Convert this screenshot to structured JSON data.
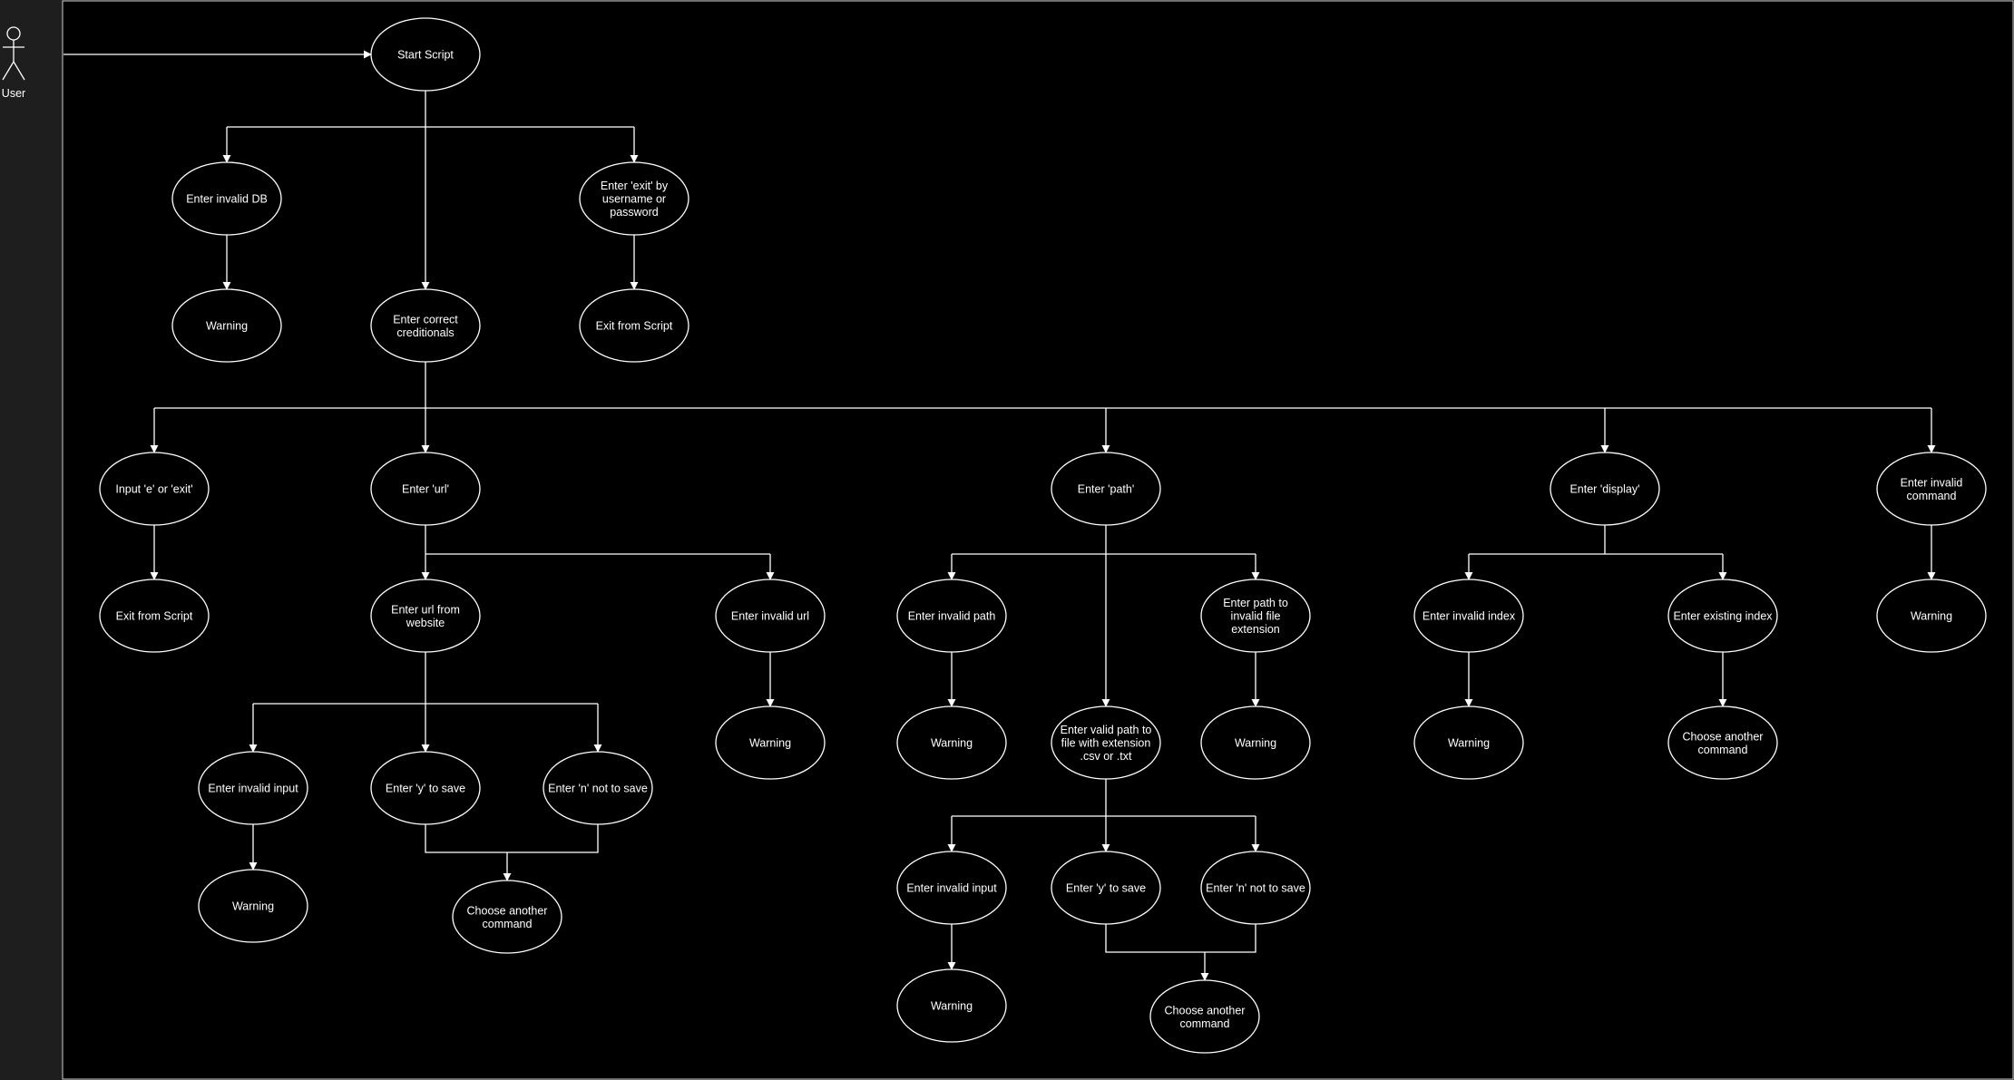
{
  "actor": {
    "label": "User"
  },
  "nodes": [
    {
      "id": "start",
      "label": "Start Script"
    },
    {
      "id": "invalid_db",
      "label": "Enter invalid DB"
    },
    {
      "id": "exit_user",
      "label": "Enter 'exit' by username or password"
    },
    {
      "id": "warn_db",
      "label": "Warning"
    },
    {
      "id": "correct",
      "label": "Enter correct creditionals"
    },
    {
      "id": "exit_script1",
      "label": "Exit from Script"
    },
    {
      "id": "input_e",
      "label": "Input 'e' or 'exit'"
    },
    {
      "id": "url",
      "label": "Enter 'url'"
    },
    {
      "id": "path",
      "label": "Enter 'path'"
    },
    {
      "id": "display",
      "label": "Enter 'display'"
    },
    {
      "id": "invalid_cmd",
      "label": "Enter invalid command"
    },
    {
      "id": "exit_script2",
      "label": "Exit from Script"
    },
    {
      "id": "url_web",
      "label": "Enter url from website"
    },
    {
      "id": "invalid_url",
      "label": "Enter invalid url"
    },
    {
      "id": "invalid_path",
      "label": "Enter invalid path"
    },
    {
      "id": "path_invalid_ext",
      "label": "Enter path to invalid file extension"
    },
    {
      "id": "invalid_index",
      "label": "Enter invalid index"
    },
    {
      "id": "existing_index",
      "label": "Enter existing index"
    },
    {
      "id": "warn_cmd",
      "label": "Warning"
    },
    {
      "id": "warn_url",
      "label": "Warning"
    },
    {
      "id": "warn_path",
      "label": "Warning"
    },
    {
      "id": "valid_path",
      "label": "Enter valid path to file with extension .csv or .txt"
    },
    {
      "id": "warn_ext",
      "label": "Warning"
    },
    {
      "id": "warn_index",
      "label": "Warning"
    },
    {
      "id": "choose_display",
      "label": "Choose another command"
    },
    {
      "id": "url_invalid_input",
      "label": "Enter invalid input"
    },
    {
      "id": "url_y",
      "label": "Enter 'y' to save"
    },
    {
      "id": "url_n",
      "label": "Enter 'n' not to save"
    },
    {
      "id": "url_warn",
      "label": "Warning"
    },
    {
      "id": "url_choose",
      "label": "Choose another command"
    },
    {
      "id": "path_invalid_input",
      "label": "Enter invalid input"
    },
    {
      "id": "path_y",
      "label": "Enter 'y' to save"
    },
    {
      "id": "path_n",
      "label": "Enter 'n' not to save"
    },
    {
      "id": "path_warn",
      "label": "Warning"
    },
    {
      "id": "path_choose",
      "label": "Choose another command"
    }
  ]
}
